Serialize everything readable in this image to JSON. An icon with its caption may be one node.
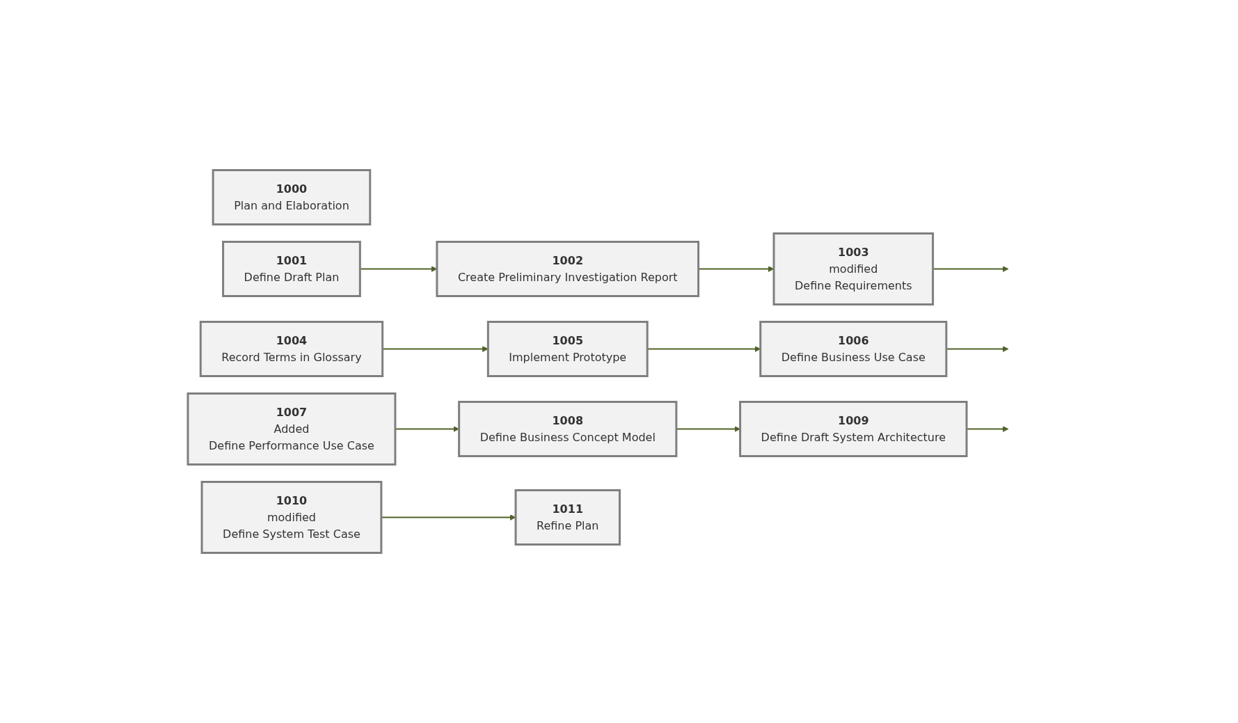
{
  "diagram": {
    "nodes": [
      {
        "text": [
          "1000",
          "Plan and Elaboration"
        ]
      },
      {
        "text": [
          "1001",
          "Define Draft Plan"
        ]
      },
      {
        "text": [
          "1002",
          "Create Preliminary Investigation Report"
        ]
      },
      {
        "text": [
          "1003",
          "modified",
          "Define Requirements"
        ]
      },
      {
        "text": [
          "1004",
          "Record Terms in Glossary"
        ]
      },
      {
        "text": [
          "1005",
          "Implement Prototype"
        ]
      },
      {
        "text": [
          "1006",
          "Define Business Use Case"
        ]
      },
      {
        "text": [
          "1007",
          "Added",
          "Define Performance Use Case"
        ]
      },
      {
        "text": [
          "1008",
          "Define Business Concept Model"
        ]
      },
      {
        "text": [
          "1009",
          "Define Draft System Architecture"
        ]
      },
      {
        "text": [
          "1010",
          "modified",
          "Define System Test Case"
        ]
      },
      {
        "text": [
          "1011",
          "Refine Plan"
        ]
      }
    ],
    "edges": [
      {
        "from": 1,
        "to": 2,
        "arrow": "to"
      },
      {
        "from": 2,
        "to": 3,
        "arrow": "to"
      },
      {
        "from": 3,
        "to": null,
        "arrow": "to"
      },
      {
        "from": 4,
        "to": 5,
        "arrow": "to"
      },
      {
        "from": 5,
        "to": 6,
        "arrow": "to"
      },
      {
        "from": 6,
        "to": null,
        "arrow": "to"
      },
      {
        "from": 7,
        "to": 8,
        "arrow": "to"
      },
      {
        "from": 8,
        "to": 9,
        "arrow": "to"
      },
      {
        "from": 9,
        "to": null,
        "arrow": "to"
      },
      {
        "from": 10,
        "to": 11,
        "arrow": "to"
      }
    ]
  }
}
